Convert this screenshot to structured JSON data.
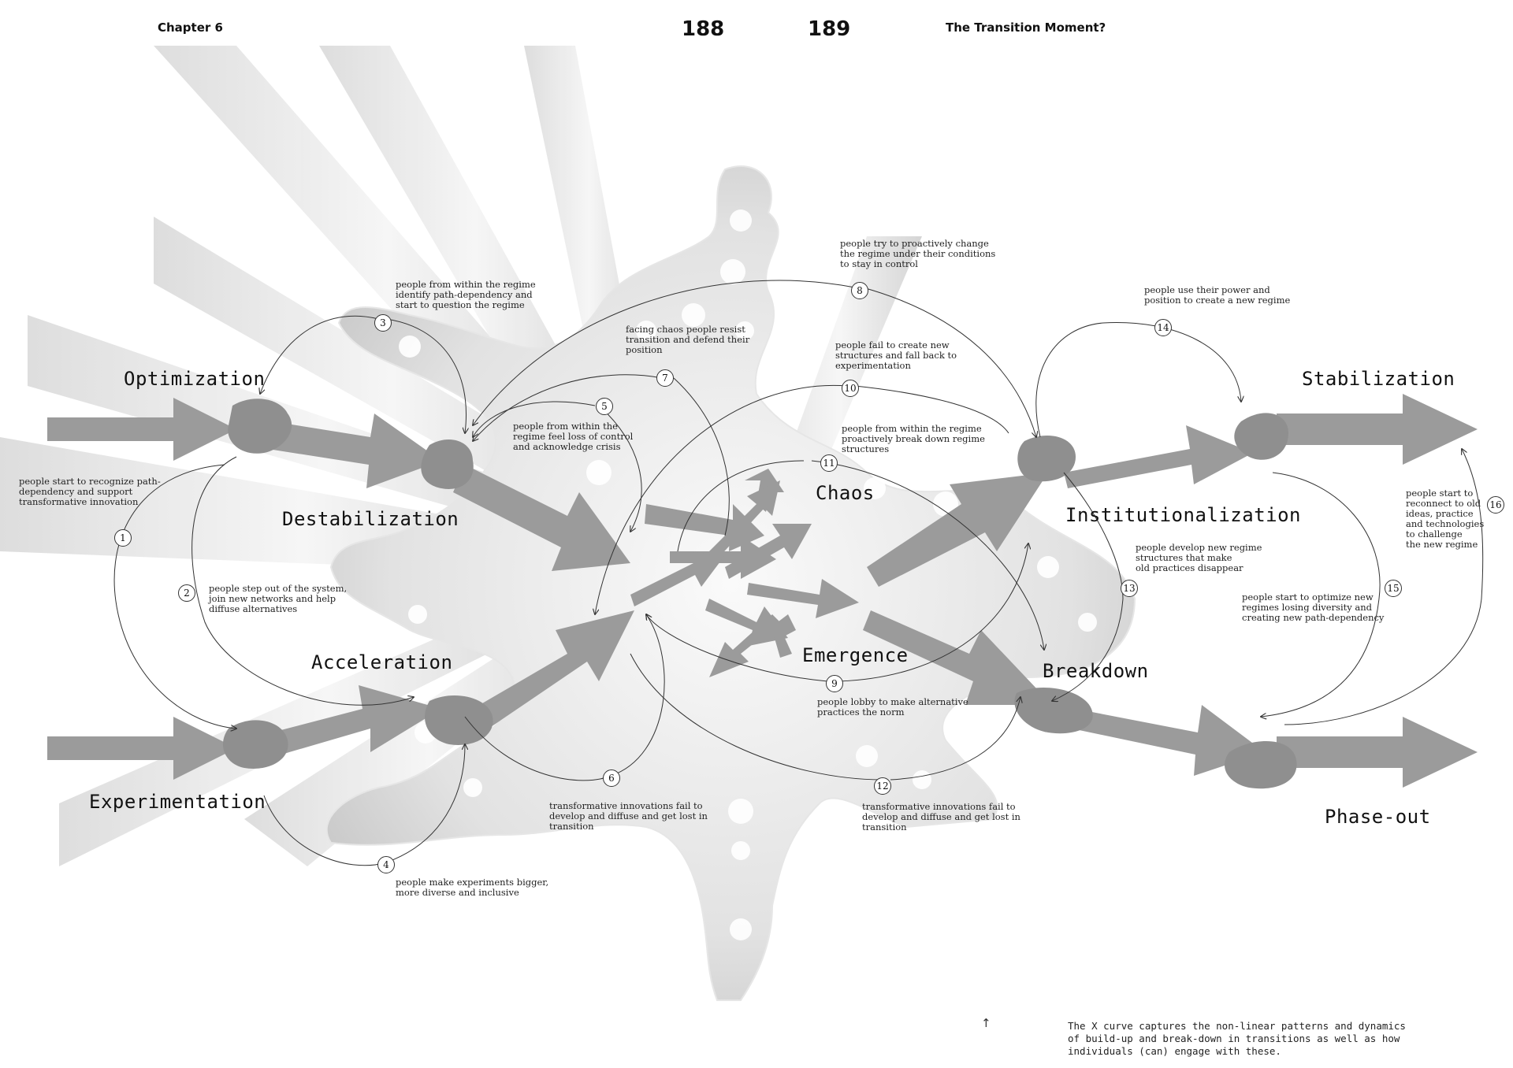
{
  "header": {
    "chapter": "Chapter 6",
    "page_left": "188",
    "page_right": "189",
    "section_title": "The Transition Moment?"
  },
  "stages": {
    "optimization": "Optimization",
    "destabilization": "Destabilization",
    "acceleration": "Acceleration",
    "experimentation": "Experimentation",
    "chaos": "Chaos",
    "emergence": "Emergence",
    "institutionalization": "Institutionalization",
    "breakdown": "Breakdown",
    "stabilization": "Stabilization",
    "phase_out": "Phase-out"
  },
  "annotations": [
    {
      "id": "1",
      "text": "people start to recognize path-\ndependency and support\ntransformative innovation"
    },
    {
      "id": "2",
      "text": "people step out of the system,\njoin new networks and help\ndiffuse alternatives"
    },
    {
      "id": "3",
      "text": "people from within the regime\nidentify path-dependency and\nstart to question the regime"
    },
    {
      "id": "4",
      "text": "people make experiments bigger,\nmore diverse and inclusive"
    },
    {
      "id": "5",
      "text": "people from within the\nregime feel loss of control\nand acknowledge crisis"
    },
    {
      "id": "6",
      "text": "transformative innovations fail to\ndevelop and diffuse and get lost in\ntransition"
    },
    {
      "id": "7",
      "text": "facing chaos people resist\ntransition and defend their\nposition"
    },
    {
      "id": "8",
      "text": "people try to proactively change\nthe regime under their conditions\nto stay in control"
    },
    {
      "id": "9",
      "text": "people lobby to make alternative\npractices the norm"
    },
    {
      "id": "10",
      "text": "people fail to create new\nstructures and fall back to\nexperimentation"
    },
    {
      "id": "11",
      "text": "people from within the regime\nproactively break down regime\nstructures"
    },
    {
      "id": "12",
      "text": "transformative innovations fail to\ndevelop and diffuse and get lost in\ntransition"
    },
    {
      "id": "13",
      "text": "people develop new regime\nstructures that make\nold practices disappear"
    },
    {
      "id": "14",
      "text": "people use their power and\nposition to create a new regime"
    },
    {
      "id": "15",
      "text": "people start to optimize new\nregimes losing diversity and\ncreating new path-dependency"
    },
    {
      "id": "16",
      "text": "people start to\nreconnect to old\nideas, practice\nand technologies\nto challenge\nthe new regime"
    }
  ],
  "caption": {
    "arrow": "↑",
    "text": "The X curve captures the non-linear patterns and dynamics\nof build-up and break-down in transitions as well as how\nindividuals (can) engage with these."
  },
  "colors": {
    "arrow_fill": "#999999",
    "ray_light": "#f4f4f4",
    "ray_mid": "#d6d6d6",
    "stroke": "#333333"
  }
}
